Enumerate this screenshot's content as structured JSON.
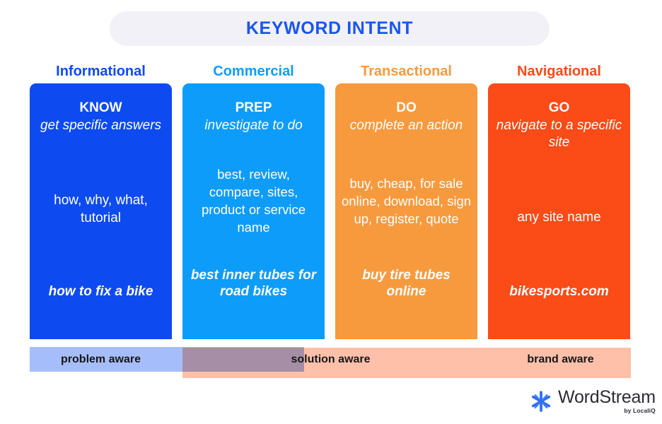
{
  "header": {
    "title": "KEYWORD INTENT",
    "title_color": "#1a56f0",
    "pill_color": "#f2f1f7"
  },
  "columns": [
    {
      "id": "informational",
      "header_label": "Informational",
      "color": "#0d4bf0",
      "verb": "KNOW",
      "definition": "get specific answers",
      "keywords": "how, why, what, tutorial",
      "example": "how to fix a bike"
    },
    {
      "id": "commercial",
      "header_label": "Commercial",
      "color": "#0e9cfb",
      "verb": "PREP",
      "definition": "investigate to do",
      "keywords": "best, review, compare, sites, product or service name",
      "example": "best inner tubes for road bikes"
    },
    {
      "id": "transactional",
      "header_label": "Transactional",
      "color": "#f79a3e",
      "verb": "DO",
      "definition": "complete an action",
      "keywords": "buy, cheap, for sale online, download, sign up, register, quote",
      "example": "buy tire tubes online"
    },
    {
      "id": "navigational",
      "header_label": "Navigational",
      "color": "#fb4b17",
      "verb": "GO",
      "definition": "navigate to a specific site",
      "keywords": "any site name",
      "example": "bikesports.com"
    }
  ],
  "awareness": {
    "problem": {
      "label": "problem aware",
      "color": "#a6bdfb"
    },
    "solution": {
      "label": "solution aware",
      "color": "#c094b6"
    },
    "brand": {
      "label": "brand aware",
      "color": "#ffc0aa"
    }
  },
  "logo": {
    "name": "WordStream",
    "tagline": "by LocaliQ",
    "mark_color": "#2a6df4",
    "text_color": "#2b2b33"
  }
}
